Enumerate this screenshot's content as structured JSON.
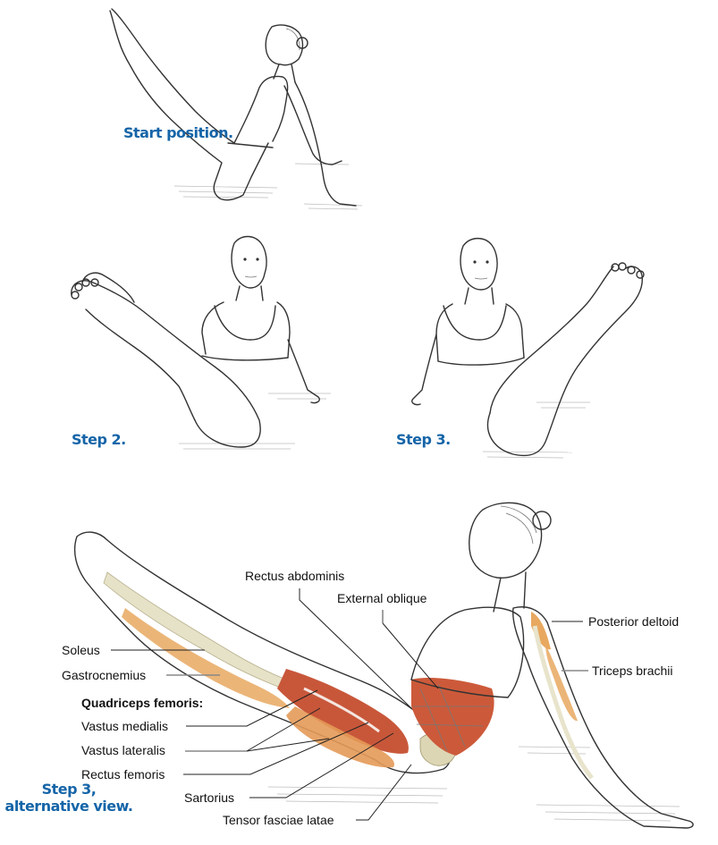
{
  "figure": {
    "panels": [
      {
        "id": "start",
        "caption": "Start position."
      },
      {
        "id": "step2",
        "caption": "Step 2."
      },
      {
        "id": "step3",
        "caption": "Step 3."
      },
      {
        "id": "step3alt",
        "caption_line1": "Step 3,",
        "caption_line2": "alternative view."
      }
    ],
    "anatomy_labels": {
      "rectus_abdominis": "Rectus abdominis",
      "external_oblique": "External oblique",
      "posterior_deltoid": "Posterior deltoid",
      "triceps_brachii": "Triceps brachii",
      "soleus": "Soleus",
      "gastrocnemius": "Gastrocnemius",
      "quadriceps_heading": "Quadriceps femoris:",
      "vastus_medialis": "Vastus medialis",
      "vastus_lateralis": "Vastus lateralis",
      "rectus_femoris": "Rectus femoris",
      "sartorius": "Sartorius",
      "tensor_fasciae_latae": "Tensor fasciae latae"
    },
    "colors": {
      "caption": "#1565a8",
      "muscle_red": "#c8573a",
      "muscle_orange": "#e8a860",
      "bone": "#e8e4cc",
      "outline": "#333333"
    }
  }
}
